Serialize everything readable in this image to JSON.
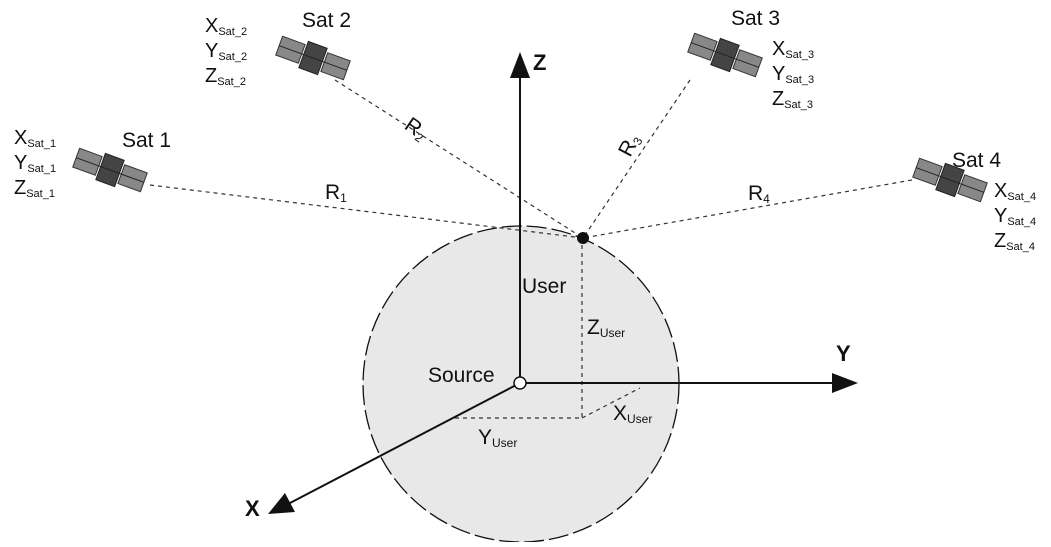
{
  "colors": {
    "ink": "#111111",
    "earth_fill": "#e8e8e8",
    "satellite_body": "#555555"
  },
  "axes": {
    "z": "Z",
    "y": "Y",
    "x": "X"
  },
  "points": {
    "origin": "Source",
    "user": "User"
  },
  "user_coords": {
    "x": {
      "base": "X",
      "sub": "User"
    },
    "y": {
      "base": "Y",
      "sub": "User"
    },
    "z": {
      "base": "Z",
      "sub": "User"
    }
  },
  "ranges": [
    {
      "base": "R",
      "sub": "1"
    },
    {
      "base": "R",
      "sub": "2"
    },
    {
      "base": "R",
      "sub": "3"
    },
    {
      "base": "R",
      "sub": "4"
    }
  ],
  "satellites": [
    {
      "name": "Sat 1",
      "coords": [
        {
          "base": "X",
          "sub": "Sat_1"
        },
        {
          "base": "Y",
          "sub": "Sat_1"
        },
        {
          "base": "Z",
          "sub": "Sat_1"
        }
      ]
    },
    {
      "name": "Sat 2",
      "coords": [
        {
          "base": "X",
          "sub": "Sat_2"
        },
        {
          "base": "Y",
          "sub": "Sat_2"
        },
        {
          "base": "Z",
          "sub": "Sat_2"
        }
      ]
    },
    {
      "name": "Sat 3",
      "coords": [
        {
          "base": "X",
          "sub": "Sat_3"
        },
        {
          "base": "Y",
          "sub": "Sat_3"
        },
        {
          "base": "Z",
          "sub": "Sat_3"
        }
      ]
    },
    {
      "name": "Sat 4",
      "coords": [
        {
          "base": "X",
          "sub": "Sat_4"
        },
        {
          "base": "Y",
          "sub": "Sat_4"
        },
        {
          "base": "Z",
          "sub": "Sat_4"
        }
      ]
    }
  ]
}
